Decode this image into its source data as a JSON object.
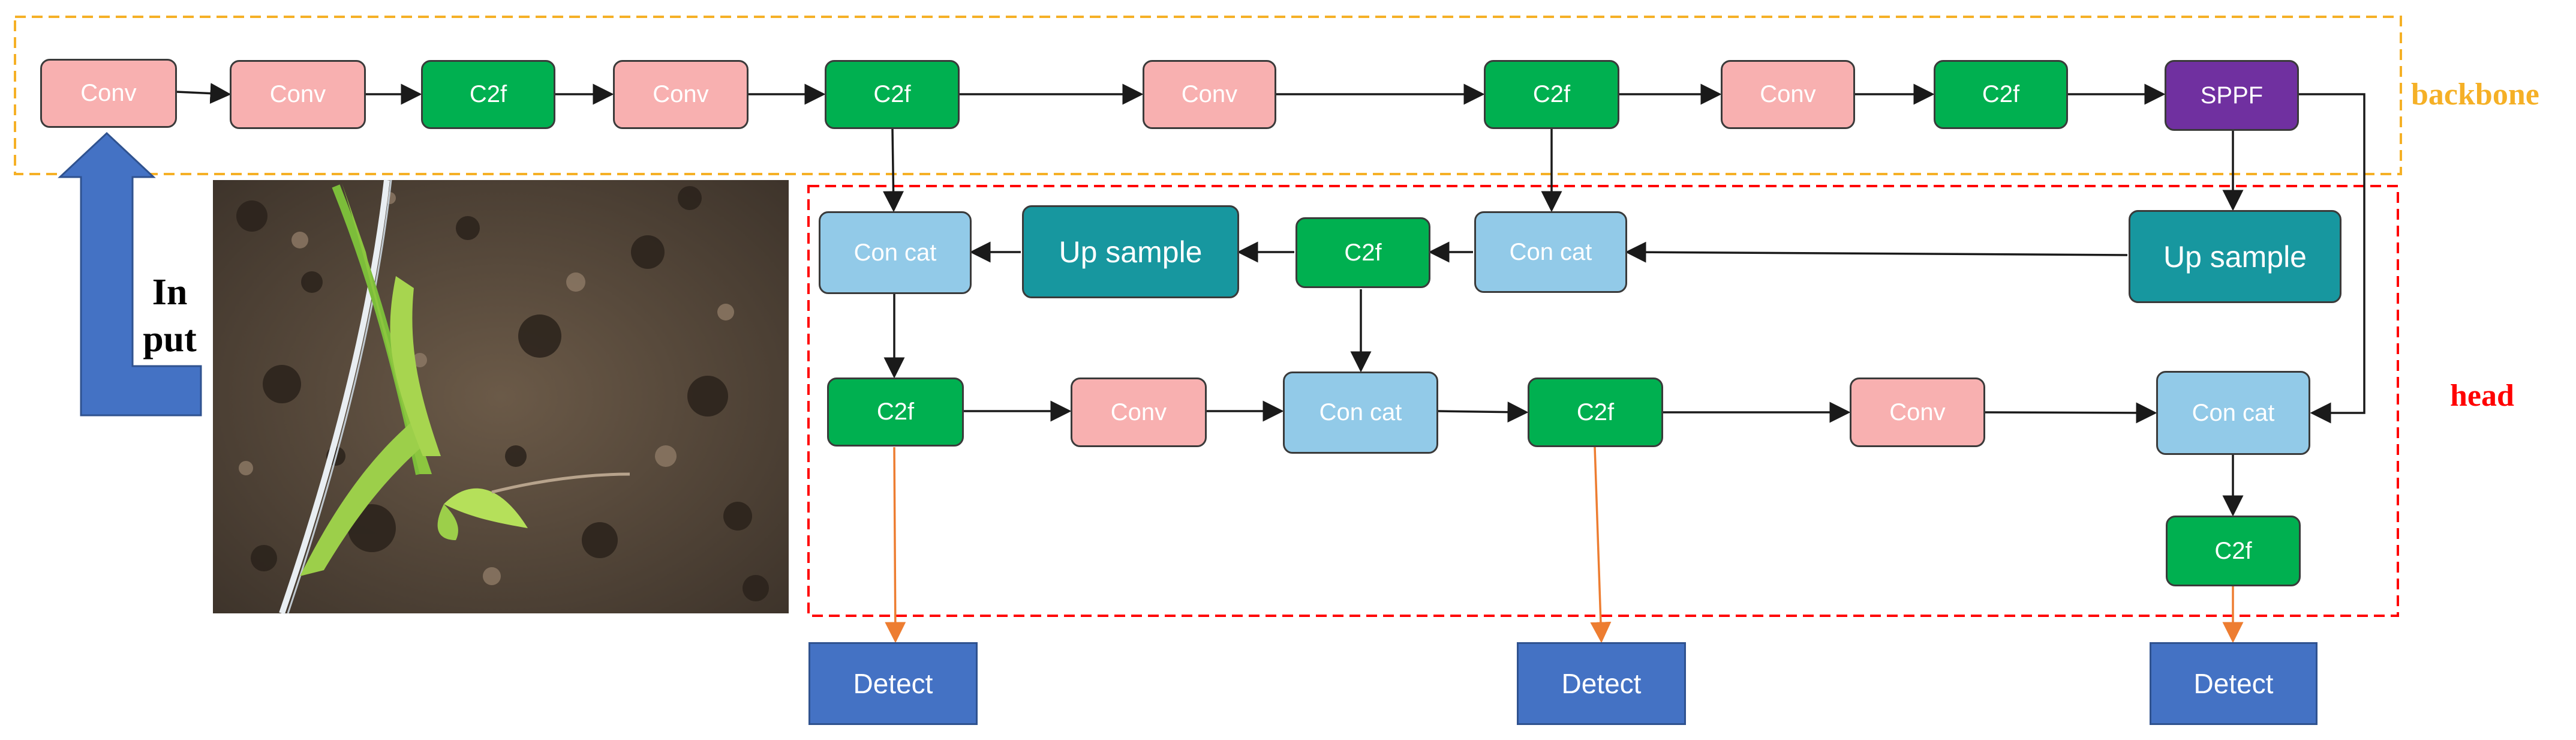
{
  "labels": {
    "backbone": "backbone",
    "head": "head",
    "input_line1": "In",
    "input_line2": "put"
  },
  "colors": {
    "backbone_border": "#f5b026",
    "head_border": "#ff0000",
    "conv": "#f8b0b0",
    "c2f": "#00b050",
    "concat": "#92cae8",
    "upsample": "#17979f",
    "sppf": "#7030a0",
    "detect": "#4472c4",
    "output_arrow": "#ed7d31",
    "input_arrow": "#4472c4"
  },
  "backbone": [
    "Conv",
    "Conv",
    "C2f",
    "Conv",
    "C2f",
    "Conv",
    "C2f",
    "Conv",
    "C2f",
    "SPPF"
  ],
  "head_row1": [
    "Con cat",
    "Up sample",
    "C2f",
    "Con cat",
    "Up sample"
  ],
  "head_row2": [
    "C2f",
    "Conv",
    "Con cat",
    "C2f",
    "Conv",
    "Con cat"
  ],
  "head_row3": [
    "C2f"
  ],
  "detect": [
    "Detect",
    "Detect",
    "Detect"
  ],
  "input_image": {
    "subject": "corn seedling on soil",
    "icon": "photo"
  }
}
